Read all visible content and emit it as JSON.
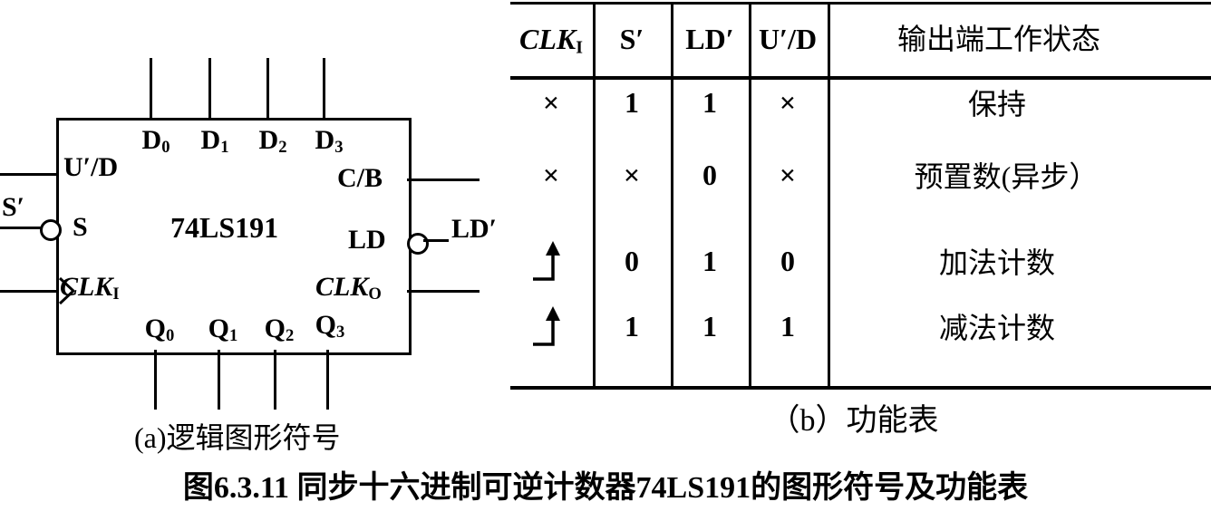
{
  "colors": {
    "ink": "#000000",
    "background": "#ffffff"
  },
  "figure": {
    "caption_a": "(a)逻辑图形符号",
    "caption_b": "（b）功能表",
    "caption_main": "图6.3.11 同步十六进制可逆计数器74LS191的图形符号及功能表"
  },
  "chip": {
    "center_label": "74LS191",
    "top_pins": [
      {
        "base": "D",
        "sub": "0"
      },
      {
        "base": "D",
        "sub": "1"
      },
      {
        "base": "D",
        "sub": "2"
      },
      {
        "base": "D",
        "sub": "3"
      }
    ],
    "bottom_pins": [
      {
        "base": "Q",
        "sub": "0"
      },
      {
        "base": "Q",
        "sub": "1"
      },
      {
        "base": "Q",
        "sub": "2"
      },
      {
        "base": "Q",
        "sub": "3"
      }
    ],
    "left_pins": {
      "ud": "U′/D",
      "s": "S",
      "s_external": "S′",
      "clk_base": "CLK",
      "clk_sub": "I"
    },
    "right_pins": {
      "cb": "C/B",
      "ld": "LD",
      "ld_external": "LD′",
      "clk_base": "CLK",
      "clk_sub": "O"
    }
  },
  "table": {
    "headers": {
      "clk_base": "CLK",
      "clk_sub": "I",
      "s": "S′",
      "ld": "LD′",
      "ud": "U′/D",
      "state": "输出端工作状态"
    },
    "rows": [
      {
        "clk": "×",
        "s": "1",
        "ld": "1",
        "ud": "×",
        "state": "保持"
      },
      {
        "clk": "×",
        "s": "×",
        "ld": "0",
        "ud": "×",
        "state": "预置数(异步）"
      },
      {
        "clk": "↑",
        "s": "0",
        "ld": "1",
        "ud": "0",
        "state": "加法计数"
      },
      {
        "clk": "↑",
        "s": "1",
        "ld": "1",
        "ud": "1",
        "state": "减法计数"
      }
    ]
  }
}
